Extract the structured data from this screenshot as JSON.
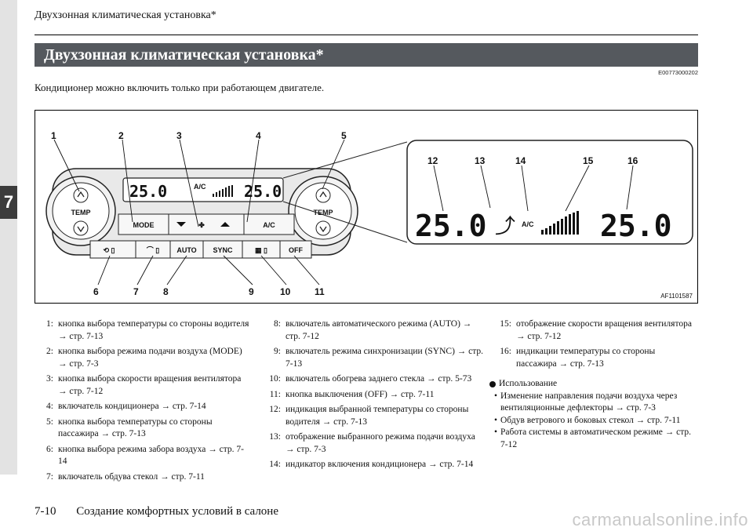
{
  "page": {
    "running_head": "Двухзонная климатическая установка*",
    "chapter_tab": "7",
    "section_title": "Двухзонная климатическая установка*",
    "doc_code": "E00773000202",
    "intro": "Кондиционер можно включить только при работающем двигателе.",
    "footer_page": "7-10",
    "footer_chapter": "Создание комфортных условий в салоне",
    "watermark": "carmanualsonline.info"
  },
  "figure": {
    "code": "AF1101587",
    "callouts_top": [
      "1",
      "2",
      "3",
      "4",
      "5"
    ],
    "callouts_bottom": [
      "6",
      "7",
      "8",
      "9",
      "10",
      "11"
    ],
    "callouts_zoom": [
      "12",
      "13",
      "14",
      "15",
      "16"
    ],
    "panel": {
      "temp_label": "TEMP",
      "mode_label": "MODE",
      "ac_label": "A/C",
      "auto_label": "AUTO",
      "sync_label": "SYNC",
      "off_label": "OFF",
      "driver_temp": "25.0",
      "passenger_temp": "25.0",
      "ac_indicator": "A/C"
    }
  },
  "legend": {
    "col1": [
      {
        "num": "1:",
        "text": "кнопка выбора температуры со стороны водителя → стр. 7-13"
      },
      {
        "num": "2:",
        "text": "кнопка выбора режима подачи воздуха (MODE) → стр. 7-3"
      },
      {
        "num": "3:",
        "text": "кнопка выбора скорости вращения вентилятора → стр. 7-12"
      },
      {
        "num": "4:",
        "text": "включатель кондиционера → стр. 7-14"
      },
      {
        "num": "5:",
        "text": "кнопка выбора температуры со стороны пассажира → стр. 7-13"
      },
      {
        "num": "6:",
        "text": "кнопка выбора режима забора воздуха → стр. 7-14"
      },
      {
        "num": "7:",
        "text": "включатель обдува стекол → стр. 7-11"
      }
    ],
    "col2": [
      {
        "num": "8:",
        "text": "включатель автоматического режима (AUTO) → стр. 7-12"
      },
      {
        "num": "9:",
        "text": "включатель режима синхронизации (SYNC) → стр. 7-13"
      },
      {
        "num": "10:",
        "text": "включатель обогрева заднего стекла → стр. 5-73"
      },
      {
        "num": "11:",
        "text": "кнопка выключения (OFF) → стр. 7-11"
      },
      {
        "num": "12:",
        "text": "индикация выбранной температуры со стороны водителя → стр. 7-13"
      },
      {
        "num": "13:",
        "text": "отображение выбранного режима подачи воздуха → стр. 7-3"
      },
      {
        "num": "14:",
        "text": "индикатор включения кондиционера → стр. 7-14"
      }
    ],
    "col3": [
      {
        "num": "15:",
        "text": "отображение скорости вращения вентилятора → стр. 7-12"
      },
      {
        "num": "16:",
        "text": "индикации температуры со стороны пассажира → стр. 7-13"
      }
    ],
    "usage": {
      "title": "Использование",
      "items": [
        "Изменение направления подачи воздуха через вентиляционные дефлекторы → стр. 7-3",
        "Обдув ветрового и боковых стекол → стр. 7-11",
        "Работа системы в автоматическом режиме → стр. 7-12"
      ]
    }
  }
}
